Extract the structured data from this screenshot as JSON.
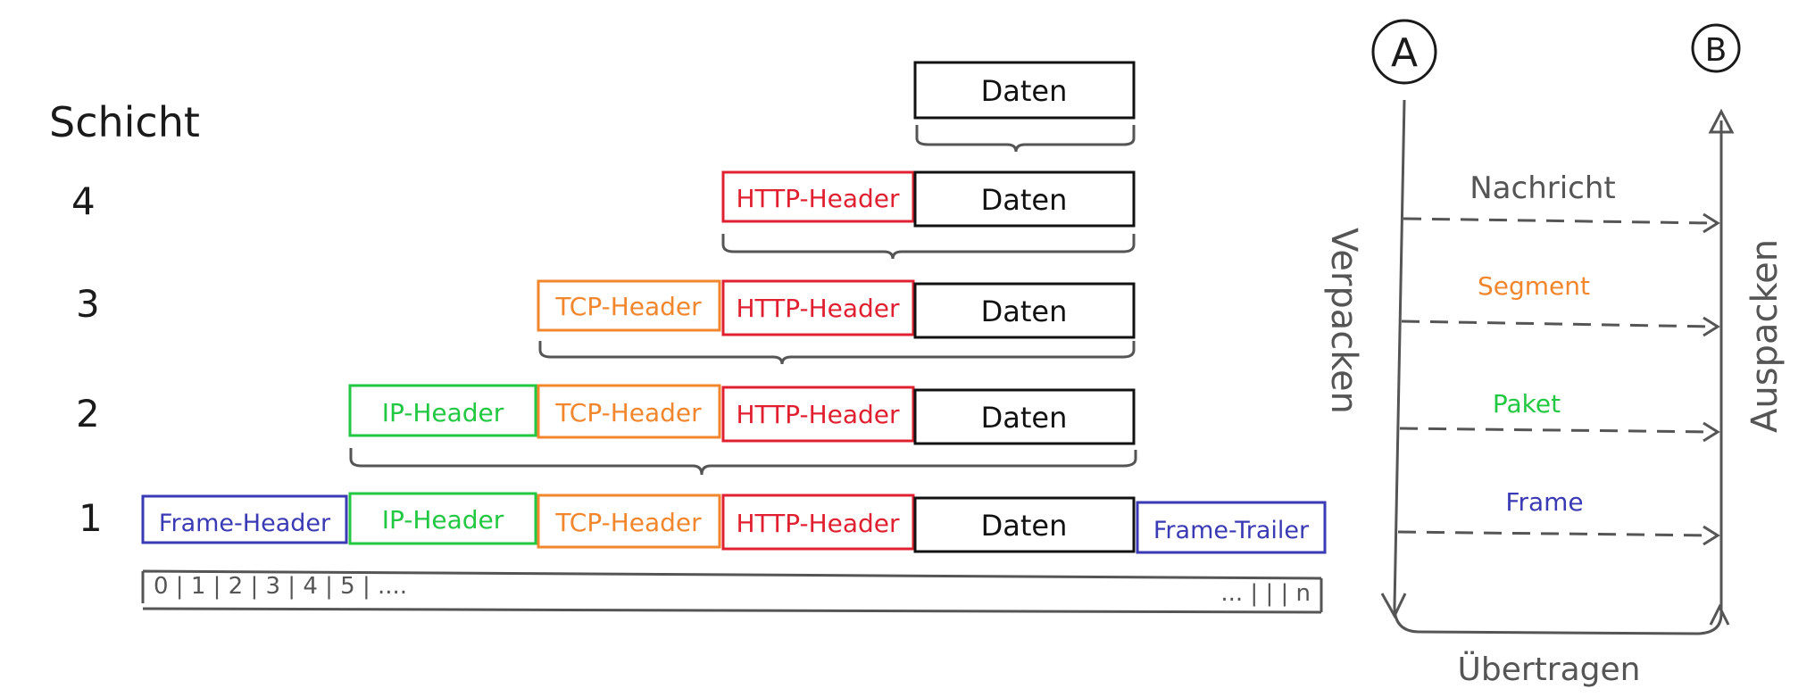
{
  "layers": {
    "heading": "Schicht",
    "numbers": [
      "4",
      "3",
      "2",
      "1"
    ]
  },
  "headers": {
    "daten": "Daten",
    "http": "HTTP-Header",
    "tcp": "TCP-Header",
    "ip": "IP-Header",
    "frame_header": "Frame-Header",
    "frame_trailer": "Frame-Trailer"
  },
  "ruler": {
    "left": "0 | 1 | 2 | 3 | 4 | 5 | ....",
    "right": "... |  |  | n"
  },
  "flow": {
    "node_a": "A",
    "node_b": "B",
    "left_label": "Verpacken",
    "right_label": "Auspacken",
    "bottom_label": "Übertragen",
    "levels": [
      "Nachricht",
      "Segment",
      "Paket",
      "Frame"
    ]
  },
  "colors": {
    "ink": "#1a1a1a",
    "gray": "#555555",
    "daten": "#111111",
    "http": "#e02030",
    "tcp": "#f2862c",
    "ip": "#22c842",
    "frame": "#3a3ab4"
  }
}
